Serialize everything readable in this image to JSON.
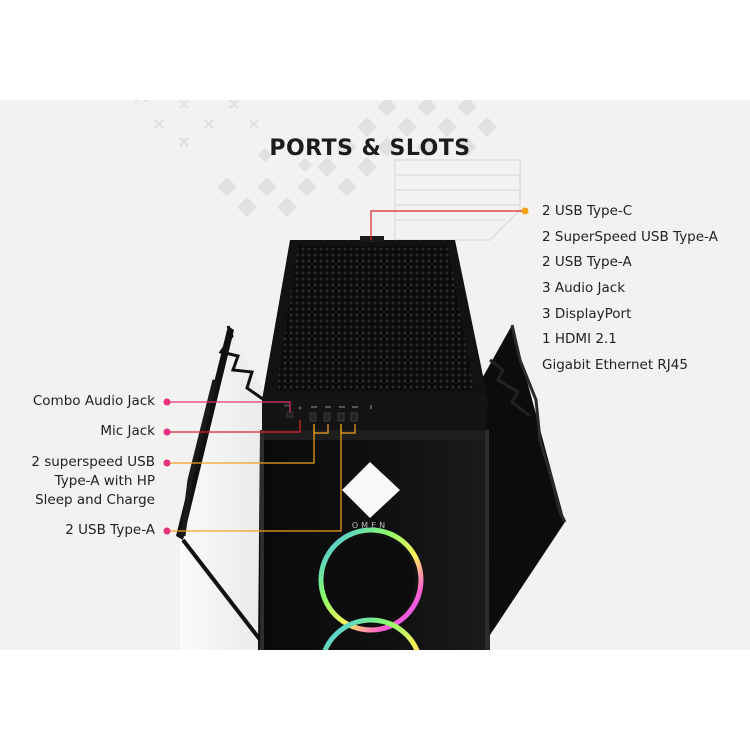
{
  "title": "PORTS & SLOTS",
  "rear_ports": [
    "2 USB Type-C",
    "2 SuperSpeed USB Type-A",
    "2 USB Type-A",
    "3 Audio Jack",
    "3 DisplayPort",
    "1 HDMI 2.1",
    "Gigabit Ethernet RJ45"
  ],
  "front_ports": {
    "combo_audio": "Combo Audio Jack",
    "mic": "Mic Jack",
    "superspeed": [
      "2 superspeed USB",
      "Type-A with HP",
      "Sleep and Charge"
    ],
    "usb_a": "2 USB Type-A"
  },
  "brand_text": "OMEN",
  "colors": {
    "rear_leader": "#f2a31b",
    "front_leader_pink": "#e8317c",
    "front_leader_red": "#d8252a",
    "front_leader_orange": "#f2a31b",
    "case": "#0d0d0d",
    "background_band": "#f3f2f1"
  },
  "icons": [
    "omen-diamond-logo",
    "rgb-fan-ring"
  ]
}
